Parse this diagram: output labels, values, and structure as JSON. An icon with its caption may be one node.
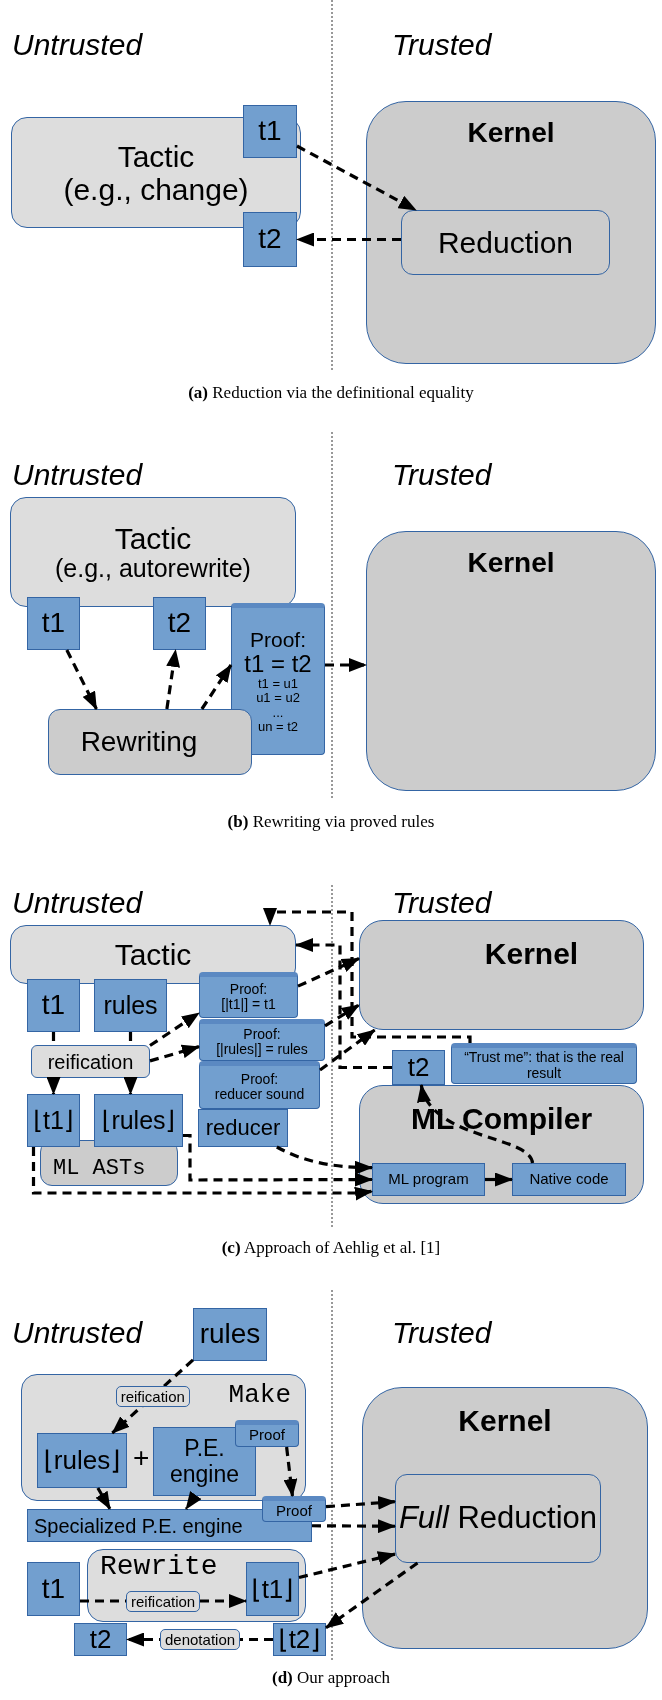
{
  "diagram": {
    "nodes": [
      {
        "text": [
          "Tactic",
          "(e.g., change)"
        ]
      },
      {
        "text": [
          "t1"
        ]
      },
      {
        "text": [
          "t2"
        ]
      },
      {
        "text": [
          "Kernel"
        ]
      },
      {
        "text": [
          "Reduction"
        ],
        "in": 3
      },
      {
        "text": [
          "Tactic",
          "(e.g., autorewrite)"
        ]
      },
      {
        "text": [
          "t1"
        ]
      },
      {
        "text": [
          "t2"
        ]
      },
      {
        "text": [
          "Proof:",
          "t1 = t2",
          "t1 = u1",
          "u1 = u2",
          "...",
          "un = t2"
        ]
      },
      {
        "text": [
          "Rewriting"
        ]
      },
      {
        "text": [
          "Kernel"
        ]
      },
      {
        "text": [
          "Tactic"
        ]
      },
      {
        "text": [
          "t1"
        ]
      },
      {
        "text": [
          "rules"
        ]
      },
      {
        "text": [
          "Proof:",
          "[|t1|] = t1"
        ]
      },
      {
        "text": [
          "Proof:",
          "[|rules|] = rules"
        ]
      },
      {
        "text": [
          "Proof:",
          "reducer sound"
        ]
      },
      {
        "text": [
          "reification"
        ]
      },
      {
        "text": [
          "Kernel"
        ]
      },
      {
        "text": [
          "t2"
        ]
      },
      {
        "text": [
          "“Trust me”: that is the real result"
        ]
      },
      {
        "text": [
          "ML Compiler"
        ]
      },
      {
        "text": [
          "ML program"
        ],
        "in": 21
      },
      {
        "text": [
          "Native code"
        ],
        "in": 21
      },
      {
        "text": [
          "ML ASTs"
        ]
      },
      {
        "text": [
          "⌊t1⌋"
        ]
      },
      {
        "text": [
          "⌊rules⌋"
        ]
      },
      {
        "text": [
          "reducer"
        ]
      },
      {
        "text": [
          "rules"
        ]
      },
      {
        "text": [
          "Make"
        ]
      },
      {
        "text": [
          "⌊rules⌋"
        ],
        "in": 29
      },
      {
        "text": [
          "P.E. engine"
        ],
        "in": 29
      },
      {
        "text": [
          "Proof"
        ],
        "in": 29
      },
      {
        "text": [
          "Specialized P.E. engine"
        ]
      },
      {
        "text": [
          "Proof"
        ]
      },
      {
        "text": [
          "Kernel"
        ]
      },
      {
        "text": [
          "*Full* Reduction"
        ],
        "in": 35
      },
      {
        "text": [
          "t1"
        ]
      },
      {
        "text": [
          "Rewrite"
        ]
      },
      {
        "text": [
          "⌊t1⌋"
        ],
        "in": 38
      },
      {
        "text": [
          "t2"
        ]
      },
      {
        "text": [
          "⌊t2⌋"
        ]
      }
    ],
    "edges": [
      {
        "from": 1,
        "to": 4,
        "arrow": "to",
        "style": "dashed"
      },
      {
        "from": 4,
        "to": 2,
        "arrow": "to",
        "style": "dashed"
      },
      {
        "from": 6,
        "to": 9,
        "arrow": "to",
        "style": "dashed"
      },
      {
        "from": 9,
        "to": 7,
        "arrow": "to",
        "style": "dashed"
      },
      {
        "from": 9,
        "to": 8,
        "arrow": "to",
        "style": "dashed"
      },
      {
        "from": 8,
        "to": 10,
        "arrow": "to",
        "style": "dashed"
      },
      {
        "from": 12,
        "to": 17,
        "arrow": "none",
        "style": "dashed"
      },
      {
        "from": 13,
        "to": 17,
        "arrow": "none",
        "style": "dashed"
      },
      {
        "from": 17,
        "to": 25,
        "arrow": "to",
        "style": "dashed"
      },
      {
        "from": 17,
        "to": 26,
        "arrow": "to",
        "style": "dashed"
      },
      {
        "from": 17,
        "to": 14,
        "arrow": "to",
        "style": "dashed"
      },
      {
        "from": 17,
        "to": 15,
        "arrow": "to",
        "style": "dashed"
      },
      {
        "from": 14,
        "to": 18,
        "arrow": "to",
        "style": "dashed"
      },
      {
        "from": 15,
        "to": 18,
        "arrow": "to",
        "style": "dashed"
      },
      {
        "from": 16,
        "to": 18,
        "arrow": "to",
        "style": "dashed"
      },
      {
        "from": 20,
        "to": 11,
        "arrow": "to",
        "style": "dashed"
      },
      {
        "from": 19,
        "to": 11,
        "arrow": "to",
        "style": "dashed"
      },
      {
        "from": 23,
        "to": 19,
        "arrow": "to",
        "style": "dashed"
      },
      {
        "from": 22,
        "to": 23,
        "arrow": "to"
      },
      {
        "from": 27,
        "to": 22,
        "arrow": "to",
        "style": "dashed"
      },
      {
        "from": 26,
        "to": 22,
        "arrow": "to",
        "style": "dashed"
      },
      {
        "from": 25,
        "to": 22,
        "arrow": "to",
        "style": "dashed"
      },
      {
        "from": 28,
        "to": 30,
        "arrow": "to",
        "style": "dashed",
        "label": "reification"
      },
      {
        "from": 30,
        "to": 33,
        "arrow": "to",
        "style": "dashed"
      },
      {
        "from": 31,
        "to": 33,
        "arrow": "to",
        "style": "dashed"
      },
      {
        "from": 32,
        "to": 34,
        "arrow": "to",
        "style": "dashed"
      },
      {
        "from": 34,
        "to": 36,
        "arrow": "to",
        "style": "dashed"
      },
      {
        "from": 33,
        "to": 36,
        "arrow": "to",
        "style": "dashed"
      },
      {
        "from": 37,
        "to": 39,
        "arrow": "to",
        "style": "dashed",
        "label": "reification"
      },
      {
        "from": 39,
        "to": 36,
        "arrow": "to",
        "style": "dashed"
      },
      {
        "from": 36,
        "to": 41,
        "arrow": "to",
        "style": "dashed"
      },
      {
        "from": 41,
        "to": 40,
        "arrow": "to",
        "style": "dashed",
        "label": "denotation"
      }
    ],
    "labels": [
      "Untrusted",
      "Trusted",
      "**(a)** Reduction via the definitional equality",
      "Untrusted",
      "Trusted",
      "**(b)** Rewriting via proved rules",
      "Untrusted",
      "Trusted",
      "**(c)** Approach of Aehlig et al. [1]",
      "Untrusted",
      "Trusted",
      "+",
      "**(d)** Our approach"
    ]
  }
}
